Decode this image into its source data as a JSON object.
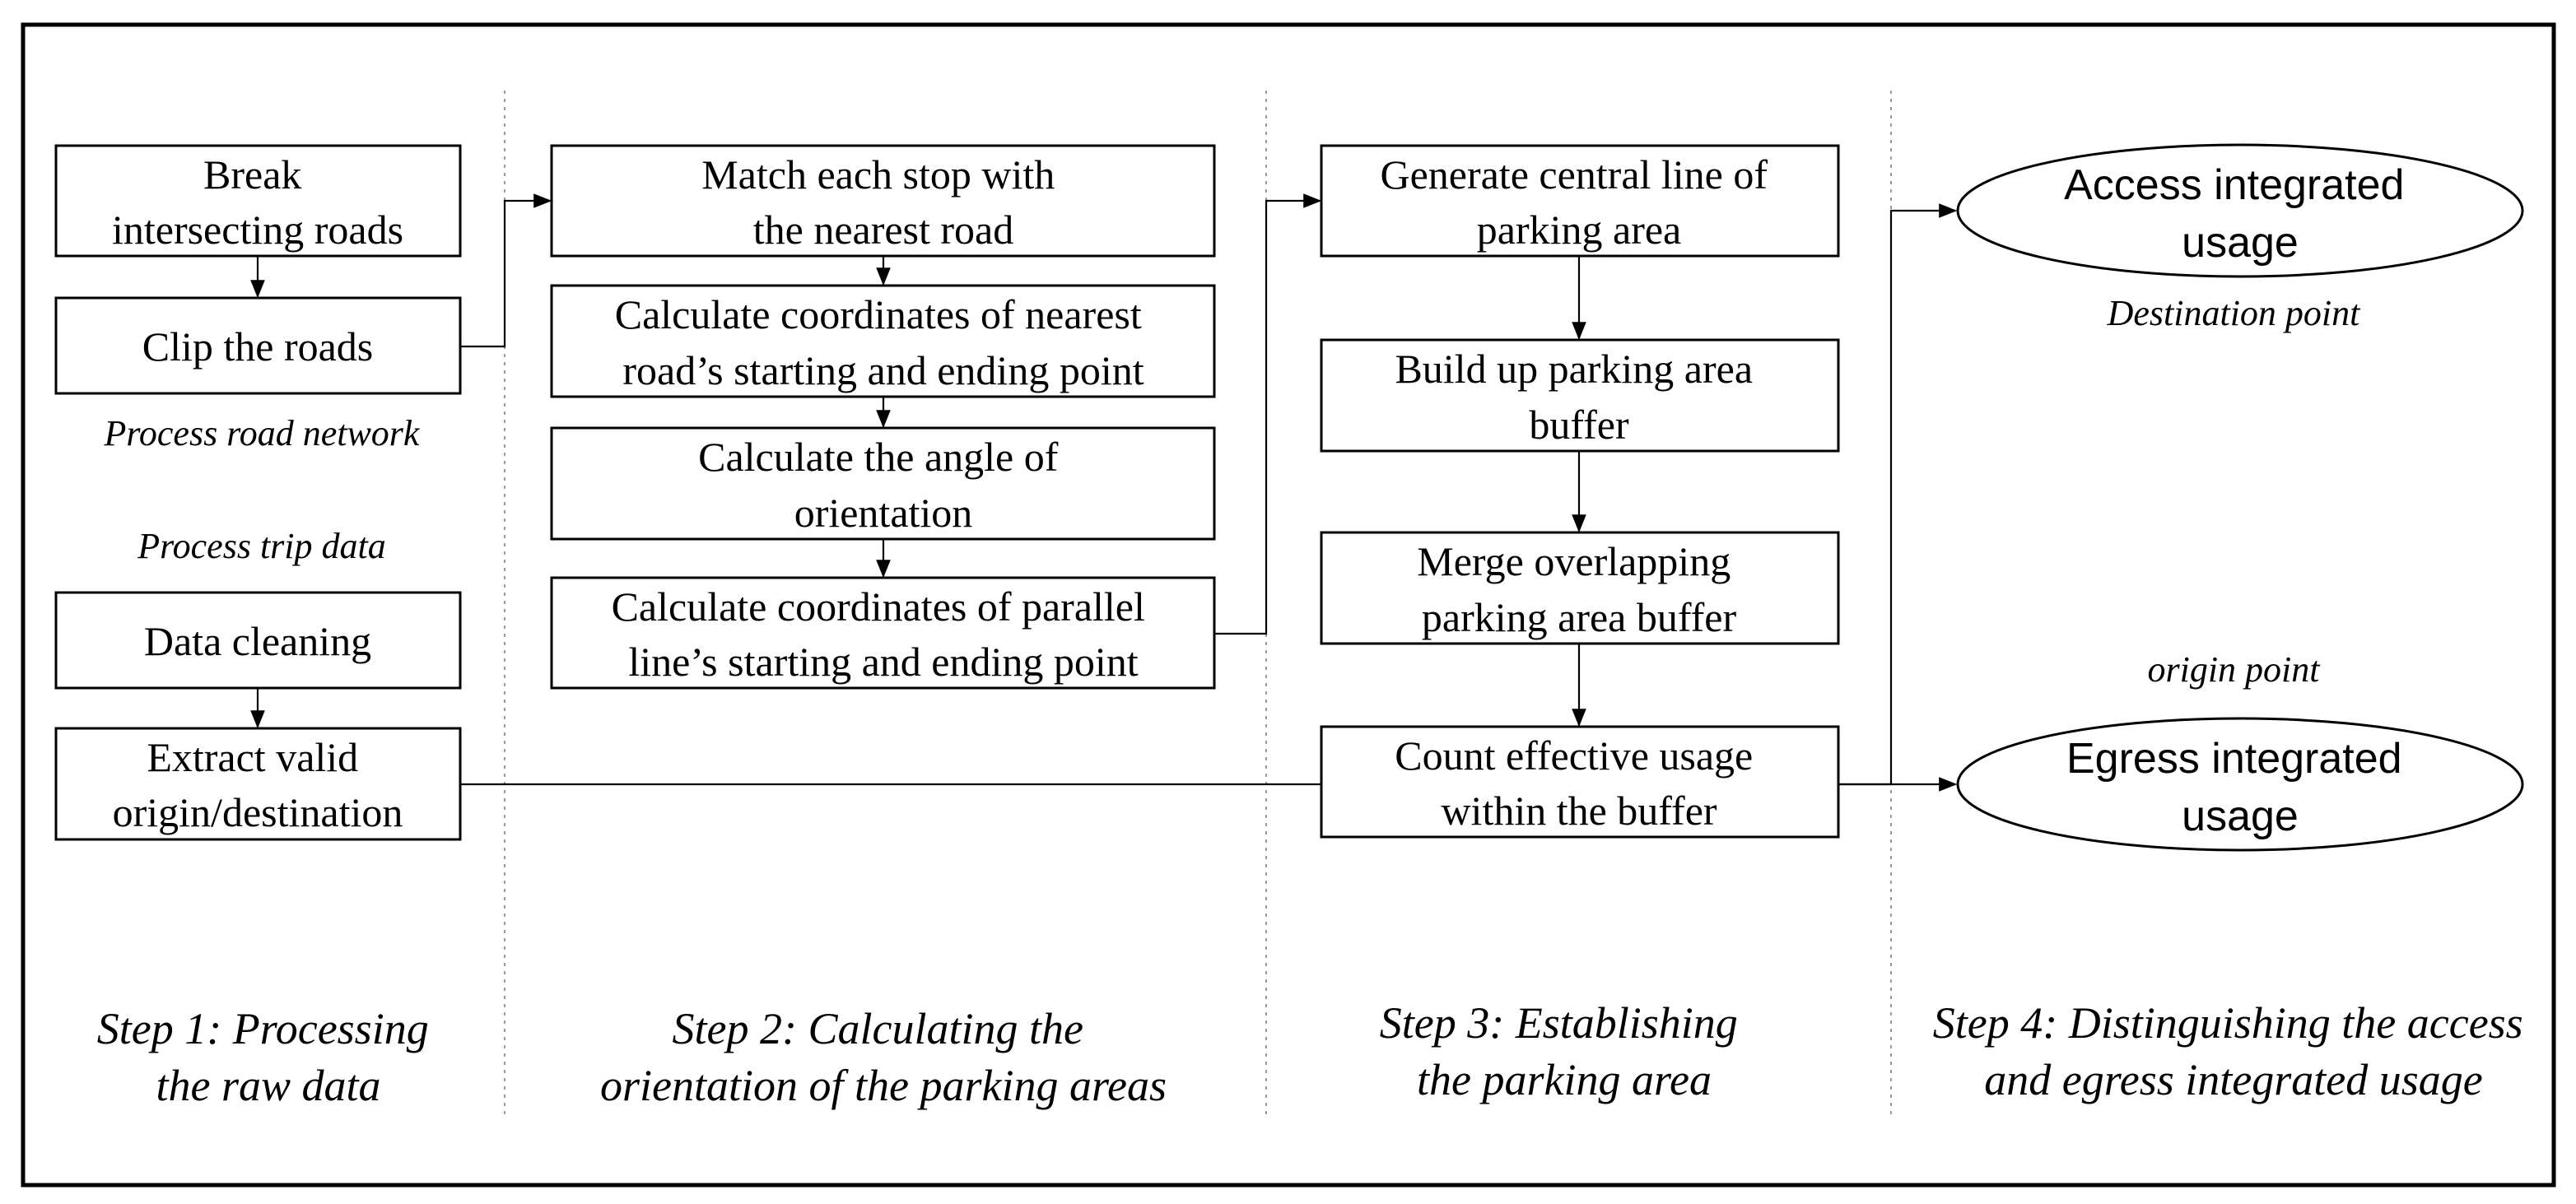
{
  "steps": [
    {
      "caption": [
        "Step 1: Processing",
        "the raw data"
      ],
      "notes": {
        "road": "Process road network",
        "trip": "Process trip data"
      },
      "boxes": {
        "break_roads": [
          "Break",
          "intersecting roads"
        ],
        "clip_roads": [
          "Clip the roads"
        ],
        "data_cleaning": [
          "Data cleaning"
        ],
        "extract_od": [
          "Extract valid",
          "origin/destination"
        ]
      }
    },
    {
      "caption": [
        "Step 2: Calculating the",
        "orientation of the parking areas"
      ],
      "boxes": {
        "match_stop": [
          "Match each stop with",
          "the nearest road"
        ],
        "calc_road_coords": [
          "Calculate coordinates of nearest",
          "road’s starting and ending point"
        ],
        "calc_angle": [
          "Calculate the angle of",
          "orientation"
        ],
        "calc_parallel_coords": [
          "Calculate coordinates of parallel",
          "line’s starting and ending point"
        ]
      }
    },
    {
      "caption": [
        "Step 3: Establishing",
        "the parking area"
      ],
      "boxes": {
        "central_line": [
          "Generate central line of",
          "parking area"
        ],
        "build_buffer": [
          "Build up parking area",
          "buffer"
        ],
        "merge_buffer": [
          "Merge overlapping",
          "parking area buffer"
        ],
        "count_usage": [
          "Count effective usage",
          "within the buffer"
        ]
      }
    },
    {
      "caption": [
        "Step 4: Distinguishing the access",
        "and egress integrated usage"
      ],
      "notes": {
        "destination": "Destination point",
        "origin": "origin point"
      },
      "ellipses": {
        "access": [
          "Access integrated",
          "usage"
        ],
        "egress": [
          "Egress integrated",
          "usage"
        ]
      }
    }
  ]
}
